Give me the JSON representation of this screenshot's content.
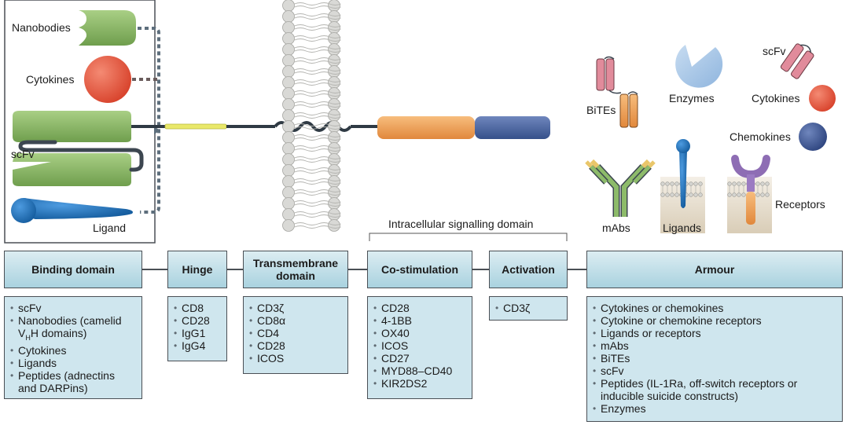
{
  "left_panel": {
    "nanobodies": "Nanobodies",
    "cytokines": "Cytokines",
    "scfv": "scFv",
    "ligand": "Ligand"
  },
  "right_panel": {
    "scfv": "scFv",
    "bites": "BiTEs",
    "enzymes": "Enzymes",
    "cytokines": "Cytokines",
    "chemokines": "Chemokines",
    "mabs": "mAbs",
    "ligands": "Ligands",
    "receptors": "Receptors"
  },
  "intracellular_label": "Intracellular signalling domain",
  "domains": [
    {
      "title": "Binding domain",
      "items": [
        "scFv",
        "Nanobodies (camelid",
        "VHH domains)",
        "Cytokines",
        "Ligands",
        "Peptides (adnectins",
        "and DARPins)"
      ]
    },
    {
      "title": "Hinge",
      "items": [
        "CD8",
        "CD28",
        "IgG1",
        "IgG4"
      ]
    },
    {
      "title": "Transmembrane domain",
      "title_line1": "Transmembrane",
      "title_line2": "domain",
      "items": [
        "CD3ζ",
        "CD8α",
        "CD4",
        "CD28",
        "ICOS"
      ]
    },
    {
      "title": "Co-stimulation",
      "items": [
        "CD28",
        "4-1BB",
        "OX40",
        "ICOS",
        "CD27",
        "MYD88–CD40",
        "KIR2DS2"
      ]
    },
    {
      "title": "Activation",
      "items": [
        "CD3ζ"
      ]
    },
    {
      "title": "Armour",
      "items": [
        "Cytokines or chemokines",
        "Cytokine or chemokine receptors",
        "Ligands or receptors",
        "mAbs",
        "BiTEs",
        "scFv",
        "Peptides (IL-1Ra, off-switch receptors or inducible suicide constructs)",
        "Enzymes"
      ]
    }
  ],
  "colors": {
    "box_fill": "#a9d2df",
    "list_fill": "#cfe6ee",
    "green_domain": "#8dbb6a",
    "blue_domain": "#1f6fb5",
    "red_domain": "#e85d46",
    "orange_domain": "#f0a25a",
    "navy_domain": "#45609e",
    "pink_domain": "#e18b9b",
    "purple_domain": "#9b7bc2",
    "hinge": "#e9e86a"
  }
}
